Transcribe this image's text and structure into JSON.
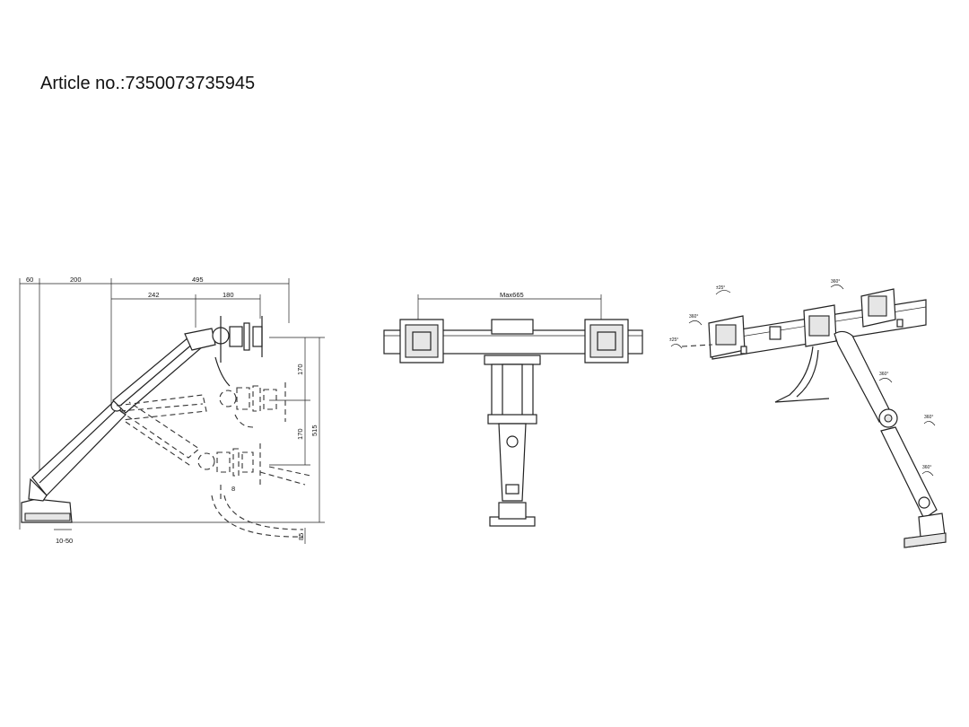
{
  "header": {
    "article": "Article no.:7350073735945"
  },
  "side_view": {
    "dims": {
      "d60": "60",
      "d200": "200",
      "d495": "495",
      "d242": "242",
      "d180": "180",
      "d170a": "170",
      "d170b": "170",
      "d515": "515",
      "d8": "8",
      "d85": "85",
      "d1050": "10-50"
    }
  },
  "front_view": {
    "max": "Max665"
  },
  "iso_view": {
    "tilt_left": "±25°",
    "rot_left": "360°",
    "swivel_left": "±25°",
    "rot_top": "360°",
    "rot_mid": "360°",
    "rot_right": "360°",
    "rot_low": "360°"
  }
}
